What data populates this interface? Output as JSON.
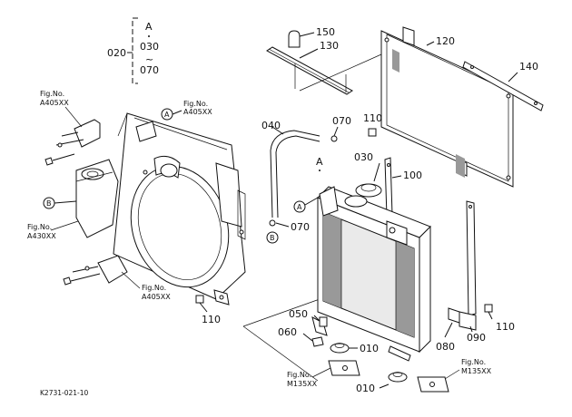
{
  "parts": {
    "p010": "010",
    "p020": "020",
    "p030": "030",
    "p040": "040",
    "p050": "050",
    "p060": "060",
    "p070": "070",
    "p080": "080",
    "p090": "090",
    "p100": "100",
    "p110": "110",
    "p120": "120",
    "p130": "130",
    "p140": "140",
    "p150": "150"
  },
  "range": {
    "top": "A",
    "from": "030",
    "tilde": "~",
    "to": "070"
  },
  "markers": {
    "a": "A",
    "b": "B"
  },
  "fig_refs": {
    "prefix": "Fig.No.",
    "a405": "A405XX",
    "a430": "A430XX",
    "m135": "M135XX"
  },
  "drawing_code": "K2731-021-10"
}
